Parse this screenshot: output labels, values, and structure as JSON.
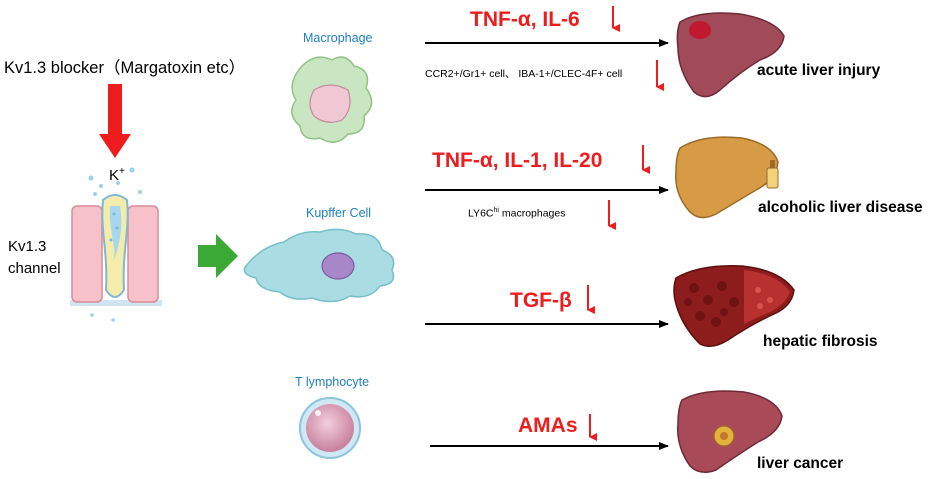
{
  "blocker": "Kv1.3 blocker（Margatoxin etc）",
  "ion": {
    "base": "K",
    "sup": "+"
  },
  "channel": {
    "line1": "Kv1.3",
    "line2": "channel"
  },
  "cells": {
    "macrophage": "Macrophage",
    "kupffer": "Kupffer Cell",
    "tcell": "T lymphocyte"
  },
  "pathways": [
    {
      "effect": "TNF-α, IL-6",
      "detail": "CCR2+/Gr1+ cell、 IBA-1+/CLEC-4F+ cell",
      "outcome": "acute liver injury"
    },
    {
      "effect": "TNF-α, IL-1, IL-20",
      "detail_base": "LY6C",
      "detail_sup": "hi",
      "detail_rest": " macrophages",
      "outcome": "alcoholic liver disease"
    },
    {
      "effect": "TGF-β",
      "outcome": "hepatic fibrosis"
    },
    {
      "effect": "AMAs",
      "outcome": "liver cancer"
    }
  ],
  "colors": {
    "arrow_red": "#ee1c1c",
    "arrow_green": "#3aa935",
    "label_blue": "#1f7fc2",
    "liver_injury": "#a14a5a",
    "liver_alcoholic": "#d79a45",
    "liver_fibrosis": "#8d1c1c",
    "liver_cancer": "#a84a58"
  }
}
